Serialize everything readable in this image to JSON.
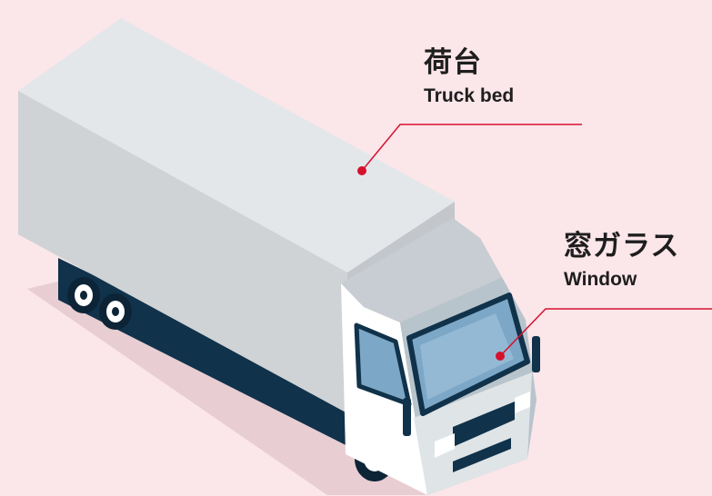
{
  "labels": {
    "truck_bed": {
      "ja": "荷台",
      "en": "Truck bed"
    },
    "window": {
      "ja": "窓ガラス",
      "en": "Window"
    }
  },
  "colors": {
    "background": "#fbe6ea",
    "leader_line": "#d6112c",
    "cargo_side": "#cfd3d6",
    "cargo_front": "#c3c7cb",
    "cargo_top": "#e4e7e9",
    "chassis": "#10324a",
    "cab_white": "#ffffff",
    "windshield": "#7da7c6"
  }
}
